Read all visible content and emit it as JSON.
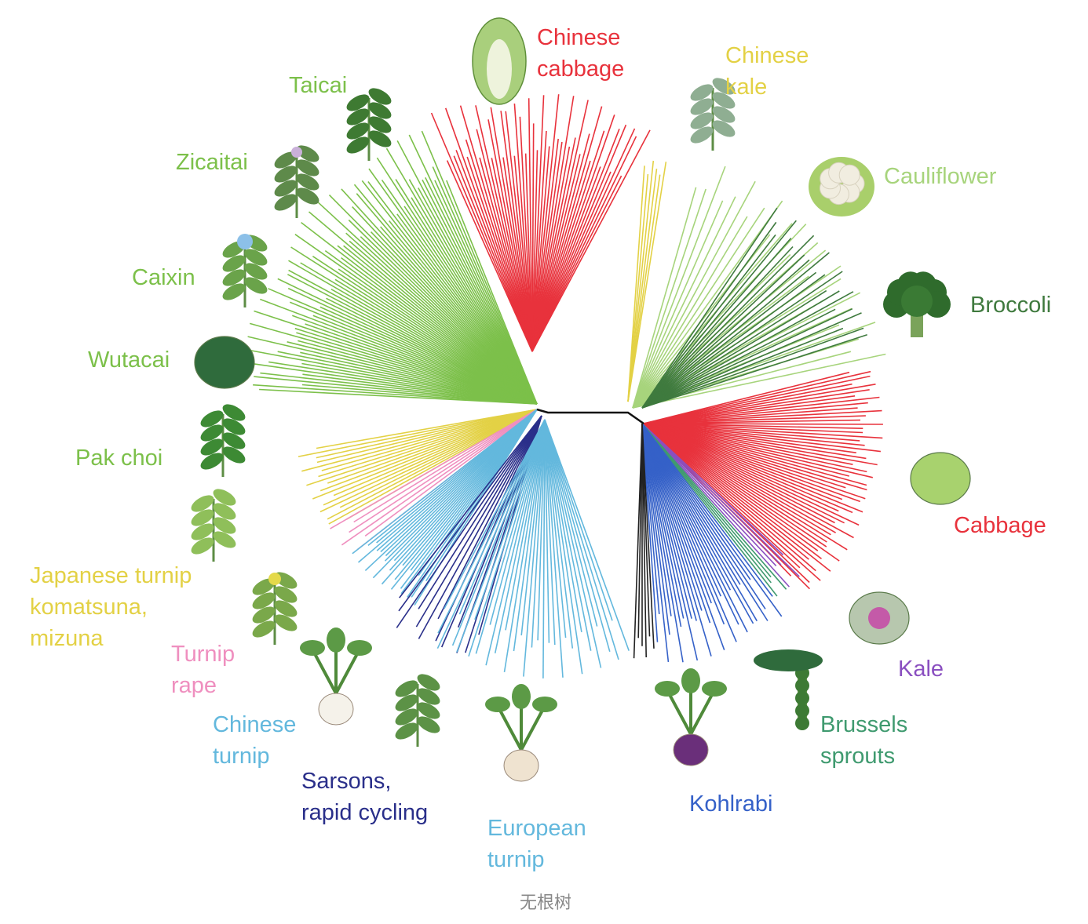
{
  "caption": "无根树",
  "colors": {
    "red": "#e8323c",
    "green": "#7cc04a",
    "yellow": "#e3d145",
    "pink": "#ef8fbf",
    "lightblue": "#63b8dd",
    "navy": "#2a2f8a",
    "blue": "#3561c8",
    "black": "#222222",
    "lightgreen": "#a7d47c",
    "darkgreen": "#3f7a3e",
    "purple": "#8a4fc0",
    "teal": "#3f9a6f",
    "stem": "#111111"
  },
  "groups": [
    {
      "id": "chinese-cabbage",
      "lines": [
        "Chinese",
        "cabbage"
      ],
      "color": "red",
      "icon": "napa-cabbage-icon"
    },
    {
      "id": "taicai",
      "lines": [
        "Taicai"
      ],
      "color": "green",
      "icon": "leafy-greens-icon"
    },
    {
      "id": "zicaitai",
      "lines": [
        "Zicaitai"
      ],
      "color": "green",
      "icon": "flowering-stalk-icon"
    },
    {
      "id": "caixin",
      "lines": [
        "Caixin"
      ],
      "color": "green",
      "icon": "blue-flower-icon"
    },
    {
      "id": "wutacai",
      "lines": [
        "Wutacai"
      ],
      "color": "green",
      "icon": "rosette-icon"
    },
    {
      "id": "pak-choi",
      "lines": [
        "Pak choi"
      ],
      "color": "green",
      "icon": "pak-choi-icon"
    },
    {
      "id": "japanese-turnip",
      "lines": [
        "Japanese turnip",
        "komatsuna,",
        "mizuna"
      ],
      "color": "yellow",
      "icon": "mizuna-icon"
    },
    {
      "id": "turnip-rape",
      "lines": [
        "Turnip",
        "rape"
      ],
      "color": "pink",
      "icon": "rapeseed-flower-icon"
    },
    {
      "id": "chinese-turnip",
      "lines": [
        "Chinese",
        "turnip"
      ],
      "color": "lightblue",
      "icon": "white-turnip-icon"
    },
    {
      "id": "sarsons",
      "lines": [
        "Sarsons,",
        "rapid cycling"
      ],
      "color": "navy",
      "icon": "seedling-icon"
    },
    {
      "id": "european-turnip",
      "lines": [
        "European",
        "turnip"
      ],
      "color": "lightblue",
      "icon": "purple-top-turnip-icon"
    },
    {
      "id": "kohlrabi",
      "lines": [
        "Kohlrabi"
      ],
      "color": "blue",
      "icon": "kohlrabi-icon"
    },
    {
      "id": "brussels-sprouts",
      "lines": [
        "Brussels",
        "sprouts"
      ],
      "color": "teal",
      "icon": "brussels-sprouts-icon"
    },
    {
      "id": "kale",
      "lines": [
        "Kale"
      ],
      "color": "purple",
      "icon": "ornamental-kale-icon"
    },
    {
      "id": "cabbage",
      "lines": [
        "Cabbage"
      ],
      "color": "red",
      "icon": "cabbage-head-icon"
    },
    {
      "id": "broccoli",
      "lines": [
        "Broccoli"
      ],
      "color": "darkgreen",
      "icon": "broccoli-icon"
    },
    {
      "id": "cauliflower",
      "lines": [
        "Cauliflower"
      ],
      "color": "lightgreen",
      "icon": "cauliflower-icon"
    },
    {
      "id": "chinese-kale",
      "lines": [
        "Chinese",
        "kale"
      ],
      "color": "yellow",
      "icon": "chinese-kale-icon"
    }
  ]
}
